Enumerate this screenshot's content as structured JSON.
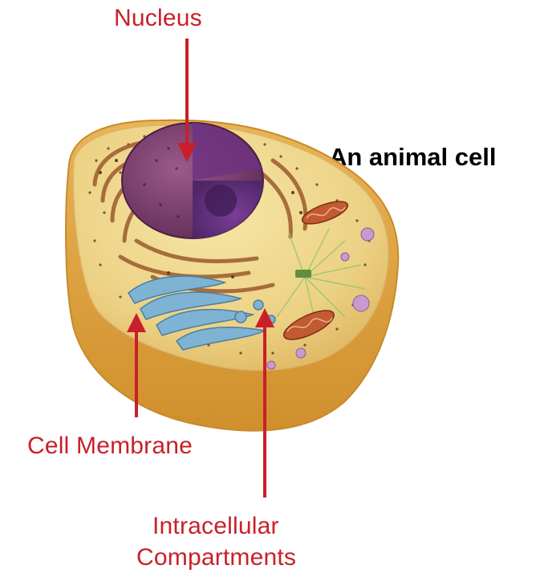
{
  "title": "An animal cell",
  "labels": {
    "nucleus": "Nucleus",
    "cell_membrane": "Cell Membrane",
    "intracellular_line1": "Intracellular",
    "intracellular_line2": "Compartments"
  },
  "colors": {
    "label": "#c8202a",
    "arrow": "#c8202a",
    "membrane": "#e9b24e",
    "cytoplasm": "#efd98e",
    "nucleus": "#7a3a6c",
    "er": "#9c5a2e",
    "golgi": "#6a9ec0",
    "mitochondria": "#b54a2a"
  }
}
